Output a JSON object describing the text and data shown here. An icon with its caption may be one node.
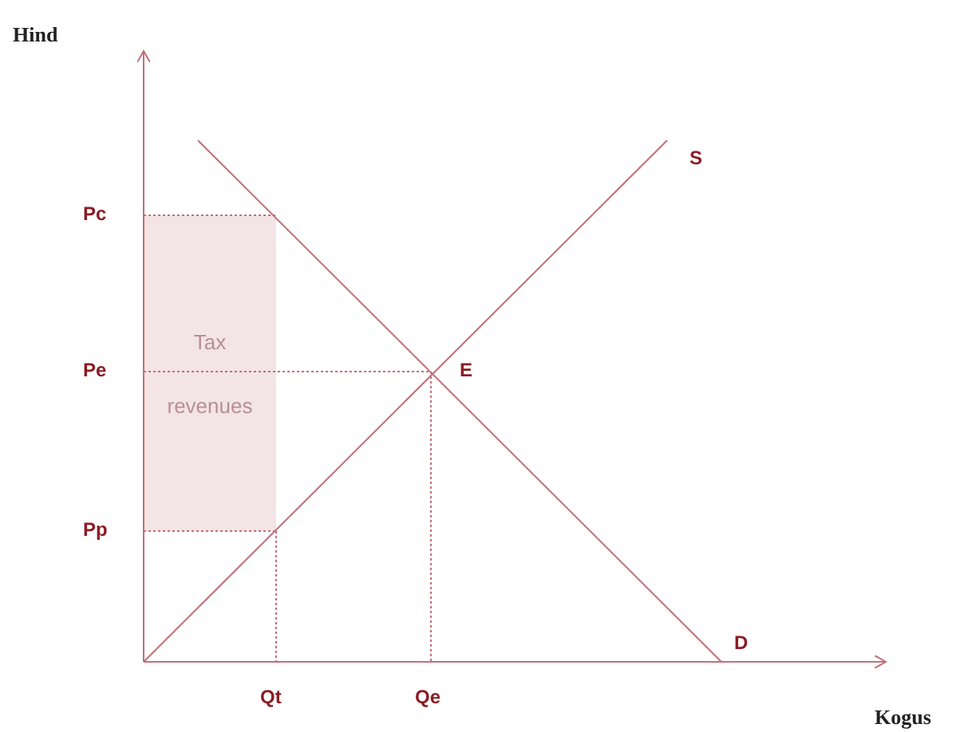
{
  "diagram": {
    "nodes": [
      {
        "text": [
          "Tax revenues"
        ]
      }
    ],
    "labels": [
      "Hind",
      "S",
      "Pc",
      "Pe",
      "E",
      "Pp",
      "D",
      "Qt",
      "Qe",
      "Kogus"
    ]
  }
}
